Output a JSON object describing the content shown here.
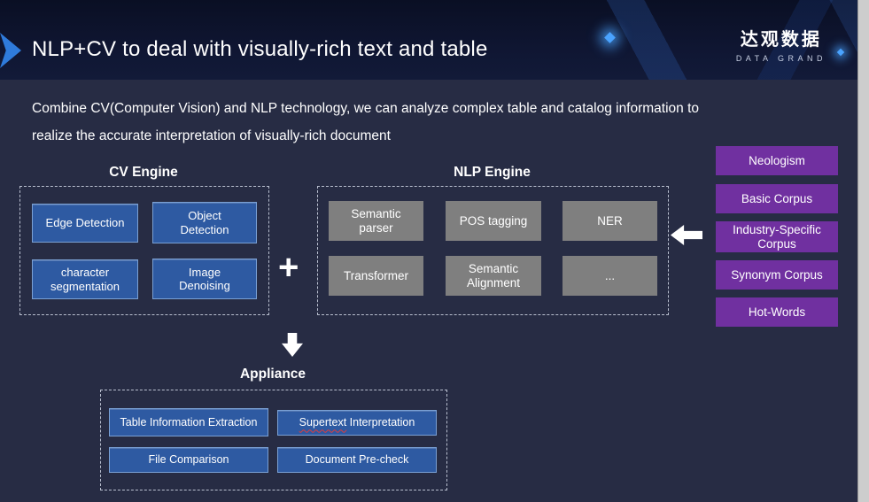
{
  "header": {
    "title": "NLP+CV to deal with visually-rich text and table",
    "logo_cjk": "达观数据",
    "logo_latin": "DATA GRAND"
  },
  "intro": {
    "line1": "Combine CV(Computer Vision) and NLP technology, we can analyze complex table and catalog information to",
    "line2": "realize the accurate interpretation of visually-rich document"
  },
  "cv_engine": {
    "title": "CV Engine",
    "boxes": [
      "Edge Detection",
      "Object Detection",
      "character segmentation",
      "Image Denoising"
    ]
  },
  "nlp_engine": {
    "title": "NLP Engine",
    "boxes": [
      "Semantic parser",
      "POS tagging",
      "NER",
      "Transformer",
      "Semantic Alignment",
      "..."
    ]
  },
  "connectors": {
    "plus": "+"
  },
  "corpus": {
    "items": [
      "Neologism",
      "Basic Corpus",
      "Industry-Specific Corpus",
      "Synonym Corpus",
      "Hot-Words"
    ]
  },
  "appliance": {
    "title": "Appliance",
    "boxes": [
      "Table Information Extraction",
      "Supertext Interpretation",
      "File Comparison",
      "Document Pre-check"
    ],
    "spell_flagged_word": "Supertext",
    "spell_rest": " Interpretation"
  },
  "colors": {
    "header_bg": "#0e1430",
    "slide_bg": "#272c44",
    "blue_box": "#2e5aa2",
    "gray_box": "#7f7f7f",
    "purple_box": "#7030a0",
    "accent_blue": "#2f7bdb",
    "spellcheck_red": "#e03c3c"
  }
}
